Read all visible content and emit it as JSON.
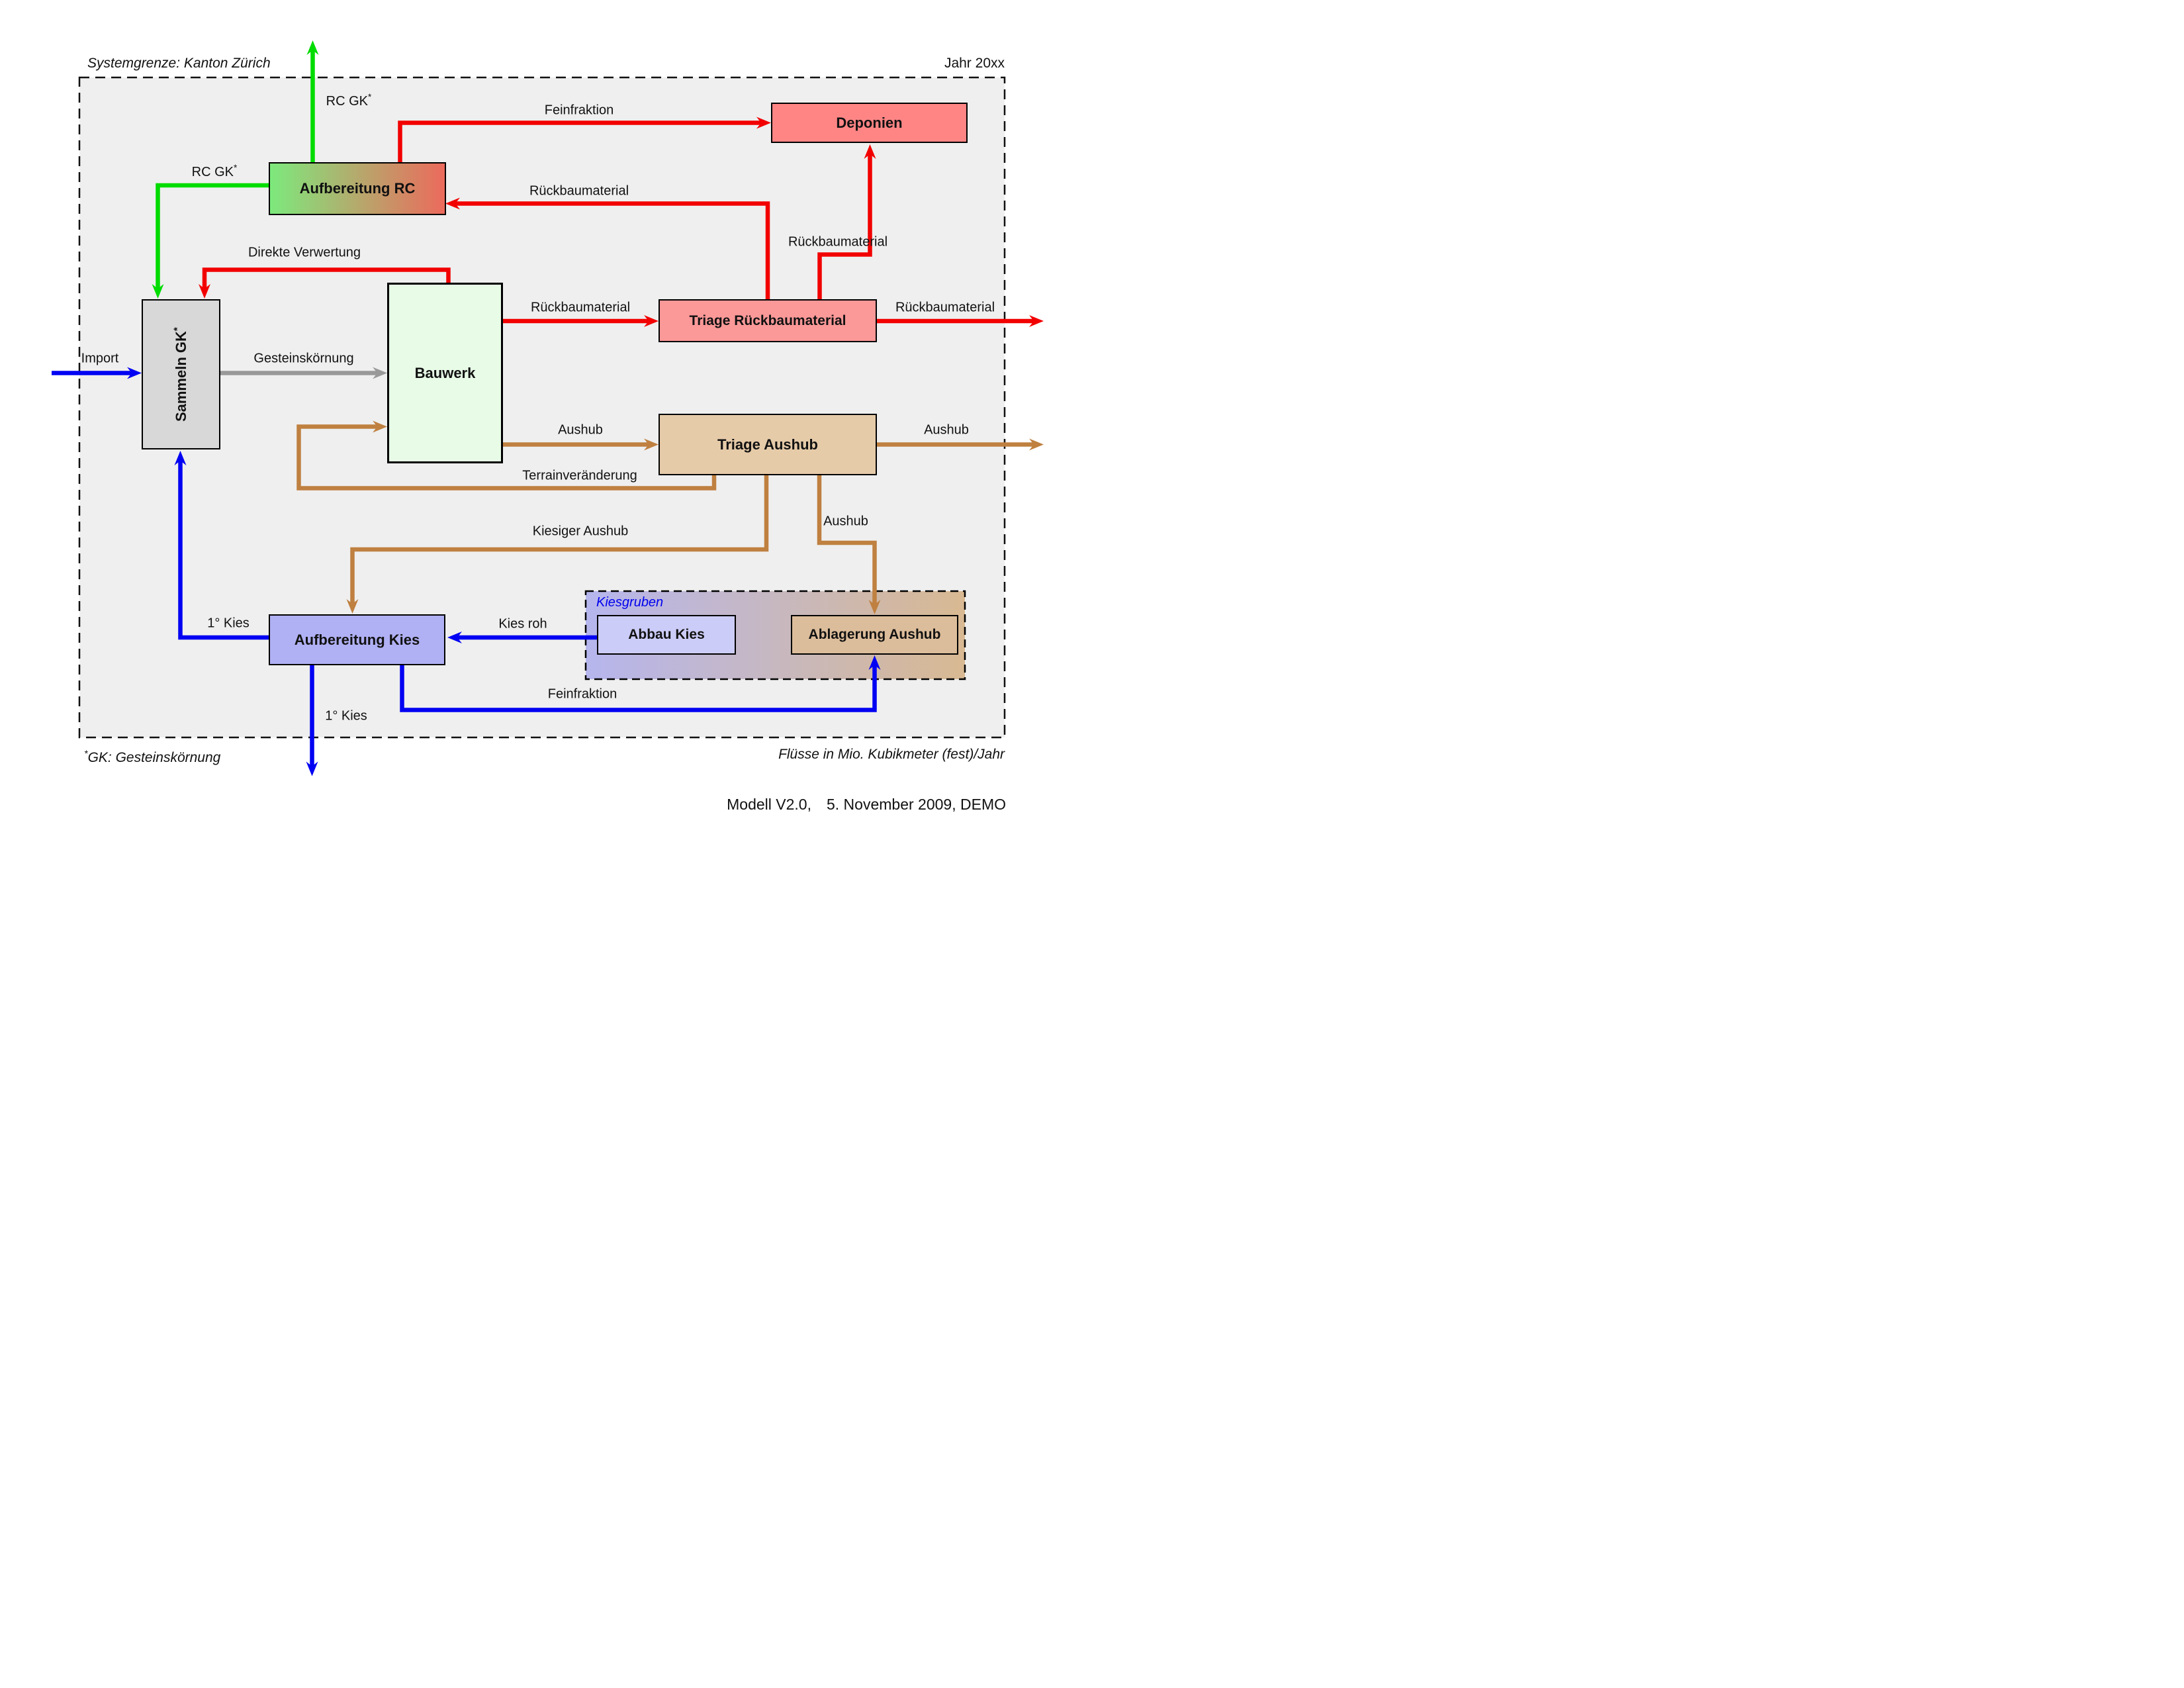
{
  "title": "Systemgrenze: Kanton Zürich",
  "year_label": "Jahr 20xx",
  "footnote": {
    "sup": "*",
    "text": "GK: Gesteinskörnung"
  },
  "unit_note": "Flüsse in Mio. Kubikmeter (fest)/Jahr",
  "model_info": "Modell V2.0, 5. November 2009, DEMO",
  "colors": {
    "background": "#FFFFFF",
    "system_area_fill": "#EFEFEF",
    "border": "#111111",
    "flow_red": "#F20000",
    "flow_green": "#00DC00",
    "flow_blue": "#0000F2",
    "flow_brown": "#BF8040",
    "flow_gray": "#999999",
    "node_rc_gradient_left": "#7DE97D",
    "node_rc_gradient_right": "#EC6A5C",
    "node_deponien": "#FF8585",
    "node_sammeln": "#D8D8D8",
    "node_bauwerk": "#E7FBE7",
    "node_triage_rueckbaumaterial": "#FB9898",
    "node_triage_aushub": "#E6CBA9",
    "kiesgruben_gradient_left": "#B6B6EE",
    "kiesgruben_gradient_right": "#D8B992",
    "node_abbau_kies": "#CCCCF8",
    "node_ablagerung_aushub": "#DCBD9B",
    "node_aufbereitung_kies": "#B0B0F4",
    "kiesgruben_label": "#0000EE"
  },
  "nodes": {
    "aufbereitung_rc": "Aufbereitung RC",
    "deponien": "Deponien",
    "sammeln_gk": {
      "text": "Sammeln GK",
      "sup": "*"
    },
    "bauwerk": "Bauwerk",
    "triage_rueckbaumaterial": "Triage Rückbaumaterial",
    "triage_aushub": "Triage Aushub",
    "kiesgruben": "Kiesgruben",
    "abbau_kies": "Abbau Kies",
    "ablagerung_aushub": "Ablagerung Aushub",
    "aufbereitung_kies": "Aufbereitung Kies"
  },
  "flow_labels": {
    "rc_gk_export": {
      "text": "RC GK",
      "sup": "*"
    },
    "rc_gk_return": {
      "text": "RC GK",
      "sup": "*"
    },
    "feinfraktion_rc": "Feinfraktion",
    "rueckbau_to_rc": "Rückbaumaterial",
    "direkte_verwertung": "Direkte Verwertung",
    "rueckbau_bauwerk": "Rückbaumaterial",
    "rueckbau_deponie": "Rückbaumaterial",
    "rueckbau_export": "Rückbaumaterial",
    "import": "Import",
    "gesteinskoernung": "Gesteinskörnung",
    "aushub_bauwerk": "Aushub",
    "aushub_export": "Aushub",
    "terrainveraenderung": "Terrainveränderung",
    "kiesiger_aushub": "Kiesiger Aushub",
    "aushub_ablagerung": "Aushub",
    "kies_roh": "Kies roh",
    "kies_primaer_sammeln": "1° Kies",
    "kies_primaer_export": "1° Kies",
    "feinfraktion_kies": "Feinfraktion"
  }
}
